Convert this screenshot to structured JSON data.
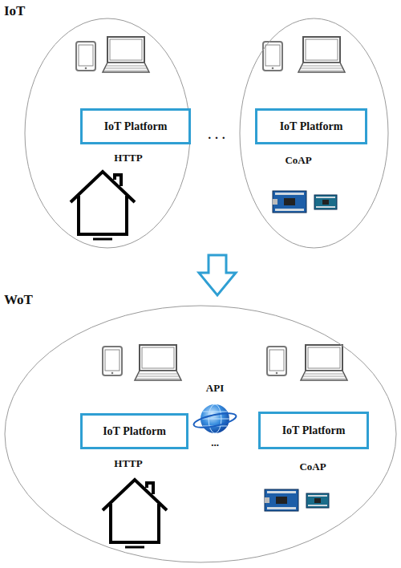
{
  "diagram": {
    "nodes": [
      {
        "text": [
          "HTTP"
        ]
      },
      {
        "text": [
          "IoT Platform"
        ],
        "in": 0
      },
      {
        "text": [
          "CoAP"
        ]
      },
      {
        "text": [
          "IoT Platform"
        ],
        "in": 2
      },
      {
        "text": [
          "WoT",
          "API",
          "...",
          "HTTP",
          "CoAP"
        ]
      },
      {
        "text": [
          "IoT Platform"
        ],
        "in": 4
      },
      {
        "text": [
          "IoT Platform"
        ],
        "in": 4
      }
    ],
    "labels": [
      "IoT",
      "· · ·"
    ]
  }
}
